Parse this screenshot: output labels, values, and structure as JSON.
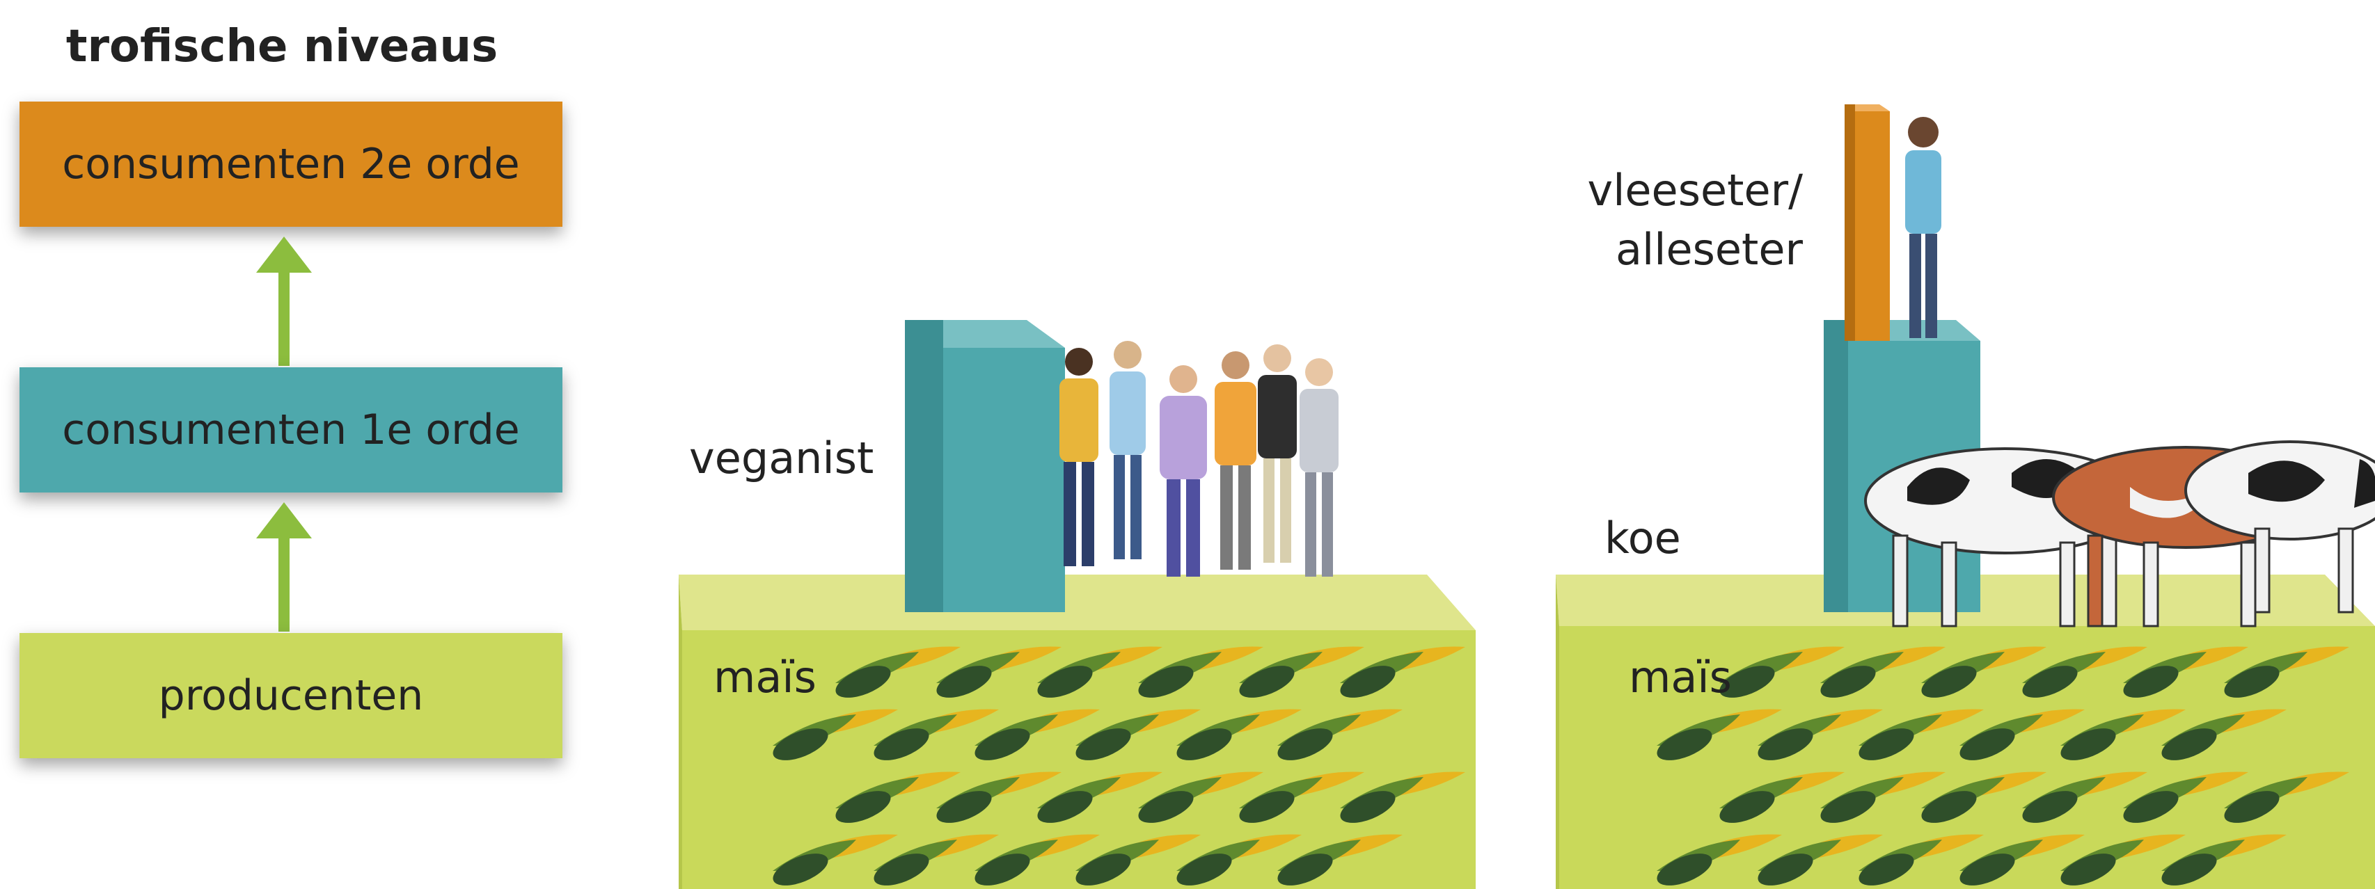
{
  "legend": {
    "title": "trofische niveaus",
    "levels": [
      {
        "label": "consumenten 2e orde",
        "color": "#dc8a1c"
      },
      {
        "label": "consumenten 1e orde",
        "color": "#4ea8ac"
      },
      {
        "label": "producenten",
        "color": "#cad95d"
      }
    ],
    "arrow_color": "#8cbd3e"
  },
  "scene_vegan": {
    "consumer_label": "veganist",
    "producer_label": "maïs"
  },
  "scene_meat": {
    "top_label_line1": "vleeseter/",
    "top_label_line2": "alleseter",
    "middle_label": "koe",
    "producer_label": "maïs"
  },
  "colors": {
    "producer_top": "#dfe58c",
    "producer_front": "#c9d95a",
    "producer_side": "#b5c64a",
    "consumer1": "#4ea8ac",
    "consumer2": "#dc8a1c",
    "leaf_dark": "#2f4f2a",
    "leaf_green": "#5f8a2e",
    "corn_yellow": "#e7b51f"
  }
}
